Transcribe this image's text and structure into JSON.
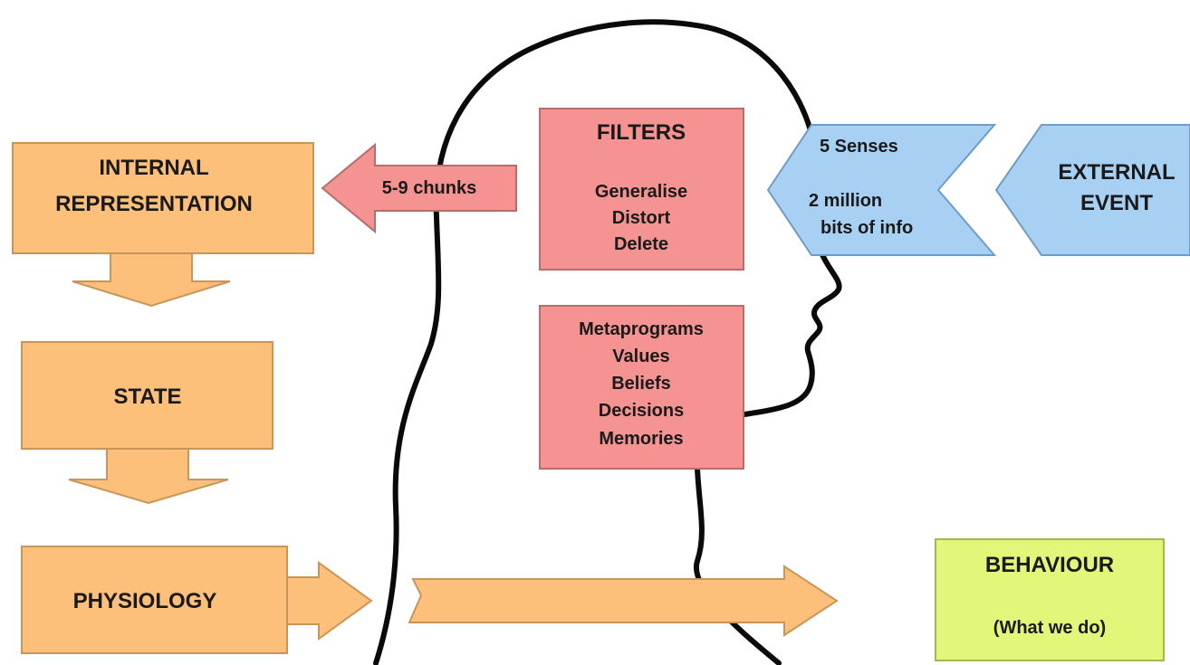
{
  "colors": {
    "orange": "#FCC07A",
    "orange_stroke": "#C8965A",
    "red": "#F59292",
    "red_stroke": "#B86C6C",
    "blue": "#A8D0F2",
    "blue_stroke": "#6F9CC4",
    "green": "#E2F77A",
    "green_stroke": "#A5B84E",
    "outline": "#0a0a0a"
  },
  "internal_representation": {
    "line1": "INTERNAL",
    "line2": "REPRESENTATION"
  },
  "state": {
    "label": "STATE"
  },
  "physiology": {
    "label": "PHYSIOLOGY"
  },
  "chunks_arrow": {
    "label": "5-9 chunks"
  },
  "filters": {
    "title": "FILTERS",
    "items": [
      "Generalise",
      "Distort",
      "Delete"
    ]
  },
  "metaprograms": {
    "items": [
      "Metaprograms",
      "Values",
      "Beliefs",
      "Decisions",
      "Memories"
    ]
  },
  "senses_arrow": {
    "line1": "5 Senses",
    "line2": "2 million",
    "line3": "bits of info"
  },
  "external_event": {
    "line1": "EXTERNAL",
    "line2": "EVENT"
  },
  "behaviour": {
    "title": "BEHAVIOUR",
    "subtitle": "(What we do)"
  }
}
